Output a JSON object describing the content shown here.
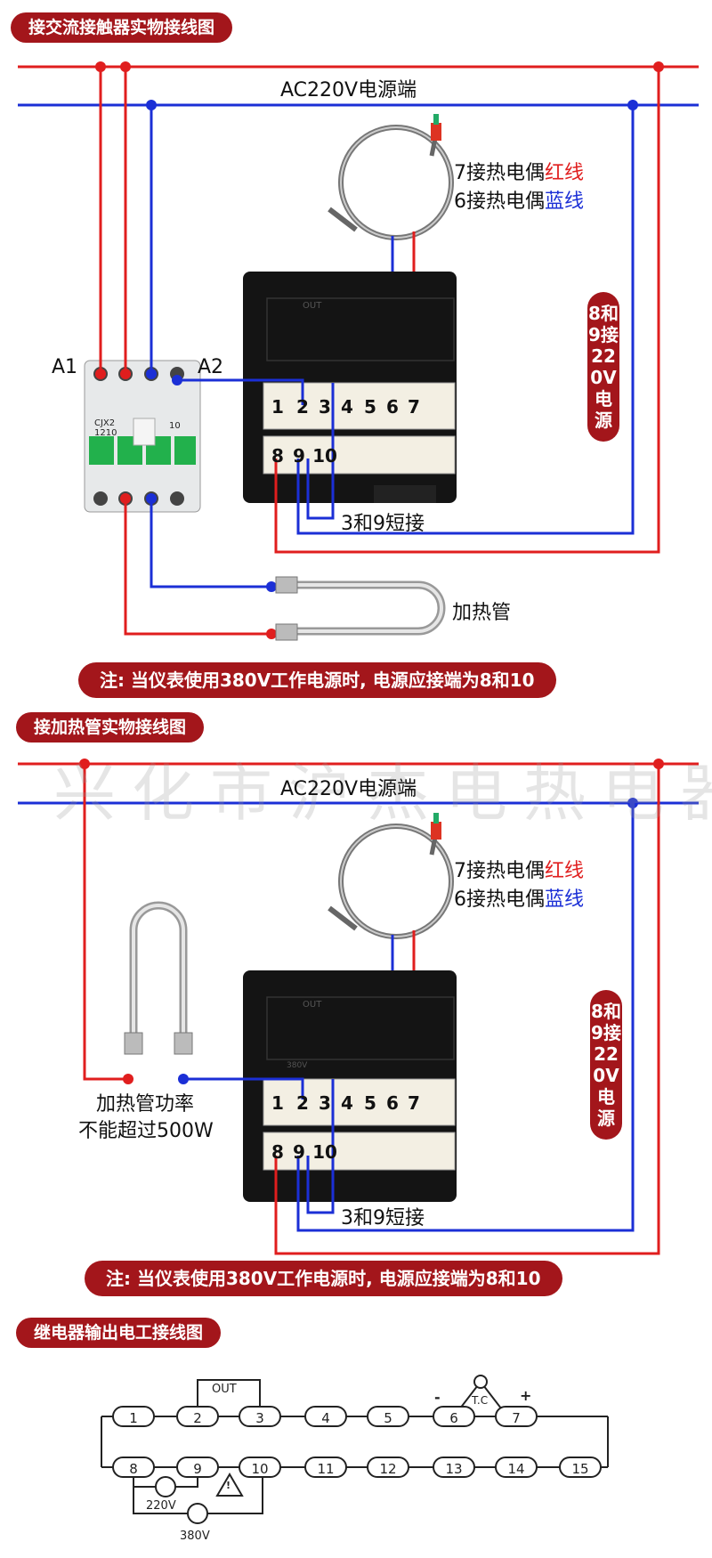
{
  "sections": {
    "contactor_title": "接交流接触器实物接线图",
    "heater_title": "接加热管实物接线图",
    "relay_title": "继电器输出电工接线图"
  },
  "power": {
    "ac_label_1": "AC220V电源端",
    "ac_label_2": "AC220V电源端",
    "side_label_1": "8和9接220V电源",
    "side_label_2": "8和9接220V电源"
  },
  "thermocouple": {
    "red_prefix": "7接热电偶",
    "red_word": "红线",
    "blue_prefix": "6接热电偶",
    "blue_word": "蓝线"
  },
  "contactor": {
    "a1": "A1",
    "a2": "A2",
    "model": "CJX2",
    "rating": "1210",
    "aux": "10"
  },
  "controller": {
    "top_terminals": [
      "1",
      "2",
      "3",
      "4",
      "5",
      "6",
      "7"
    ],
    "bottom_terminals": [
      "8",
      "9",
      "10"
    ],
    "short_label": "3和9短接",
    "out_label": "OUT",
    "voltage_label": "380V"
  },
  "heater": {
    "label": "加热管",
    "power_line1": "加热管功率",
    "power_line2": "不能超过500W"
  },
  "notes": {
    "note1": "注: 当仪表使用380V工作电源时, 电源应接端为8和10",
    "note2": "注: 当仪表使用380V工作电源时, 电源应接端为8和10"
  },
  "relay": {
    "row1": [
      "1",
      "2",
      "3",
      "4",
      "5",
      "6",
      "7"
    ],
    "row2": [
      "8",
      "9",
      "10",
      "11",
      "12",
      "13",
      "14",
      "15"
    ],
    "out": "OUT",
    "tc": "T.C",
    "minus": "-",
    "plus": "+",
    "v220": "220V",
    "v380": "380V"
  },
  "watermark": "兴化市沪杰电热电器厂",
  "colors": {
    "red_wire": "#e01e1e",
    "blue_wire": "#1b2fd6",
    "accent": "#a3161b"
  }
}
